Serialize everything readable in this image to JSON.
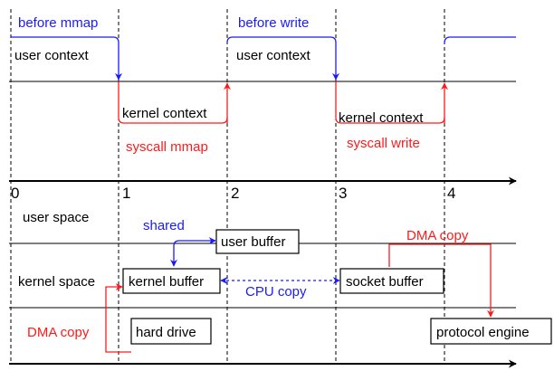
{
  "timeline": {
    "before_mmap": "before mmap",
    "before_write": "before write",
    "user_context_1": "user context",
    "user_context_2": "user context",
    "kernel_context_1": "kernel context",
    "kernel_context_2": "kernel context",
    "syscall_mmap": "syscall mmap",
    "syscall_write": "syscall write",
    "ticks": [
      "0",
      "1",
      "2",
      "3",
      "4"
    ]
  },
  "spaces": {
    "user_space": "user space",
    "kernel_space": "kernel space"
  },
  "buffers": {
    "user_buffer": "user buffer",
    "kernel_buffer": "kernel buffer",
    "socket_buffer": "socket buffer",
    "hard_drive": "hard drive",
    "protocol_engine": "protocol engine"
  },
  "flows": {
    "shared": "shared",
    "cpu_copy": "CPU copy",
    "dma_copy_top": "DMA copy",
    "dma_copy_left": "DMA copy"
  },
  "colors": {
    "user_flow": "#1a1aff",
    "kernel_flow": "#ff1a1a",
    "line": "#000000"
  }
}
